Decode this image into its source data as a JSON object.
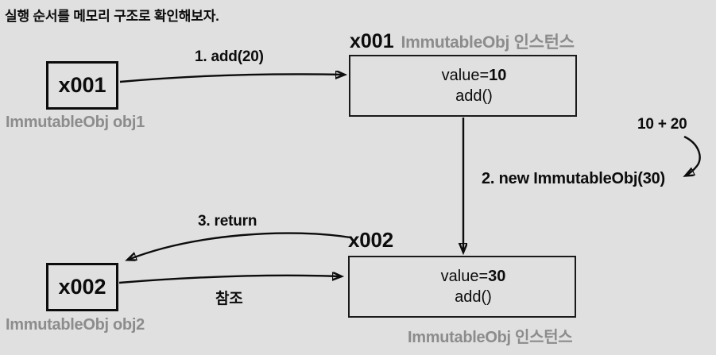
{
  "title": "실행 순서를 메모리 구조로 확인해보자.",
  "colors": {
    "background": "#e0e0e0",
    "text": "#0c0c0c",
    "muted_gray": "#8c8c8c"
  },
  "heap": {
    "instance1": {
      "header_ref": "x001",
      "header_type": "ImmutableObj 인스턴스",
      "value_label": "value=",
      "value": "10",
      "method": "add()"
    },
    "instance2": {
      "header_ref": "x002",
      "caption": "ImmutableObj 인스턴스",
      "value_label": "value=",
      "value": "30",
      "method": "add()"
    }
  },
  "stack": {
    "obj1": {
      "ref": "x001",
      "caption": "ImmutableObj obj1"
    },
    "obj2": {
      "ref": "x002",
      "caption": "ImmutableObj obj2"
    }
  },
  "arrows": {
    "step1_label": "1. add(20)",
    "step2_label": "2. new ImmutableObj(30)",
    "step3_label": "3. return",
    "reference_label": "참조",
    "calc_label": "10 + 20"
  }
}
